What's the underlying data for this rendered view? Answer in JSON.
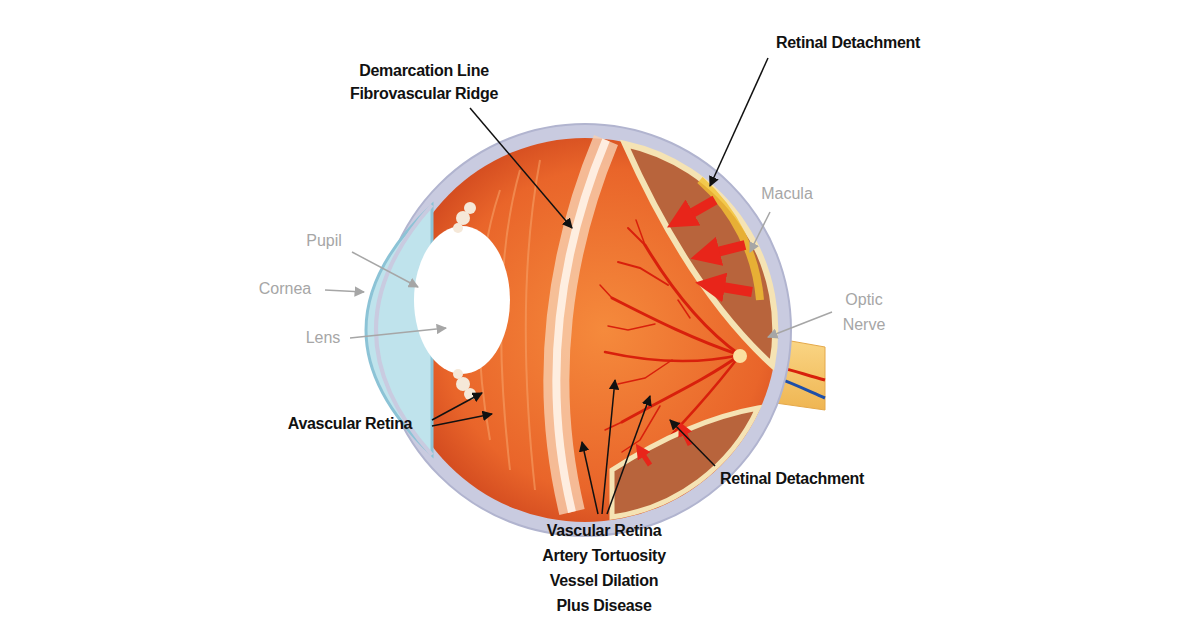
{
  "diagram": {
    "labels": [
      "Retinal Detachment",
      "Demarcation Line",
      "Fibrovascular Ridge",
      "Macula",
      "Pupil",
      "Optic Nerve",
      "Cornea",
      "Lens",
      "Avascular Retina",
      "Retinal Detachment",
      "Vascular Retina",
      "Artery Tortuosity",
      "Vessel Dilation",
      "Plus Disease"
    ]
  }
}
